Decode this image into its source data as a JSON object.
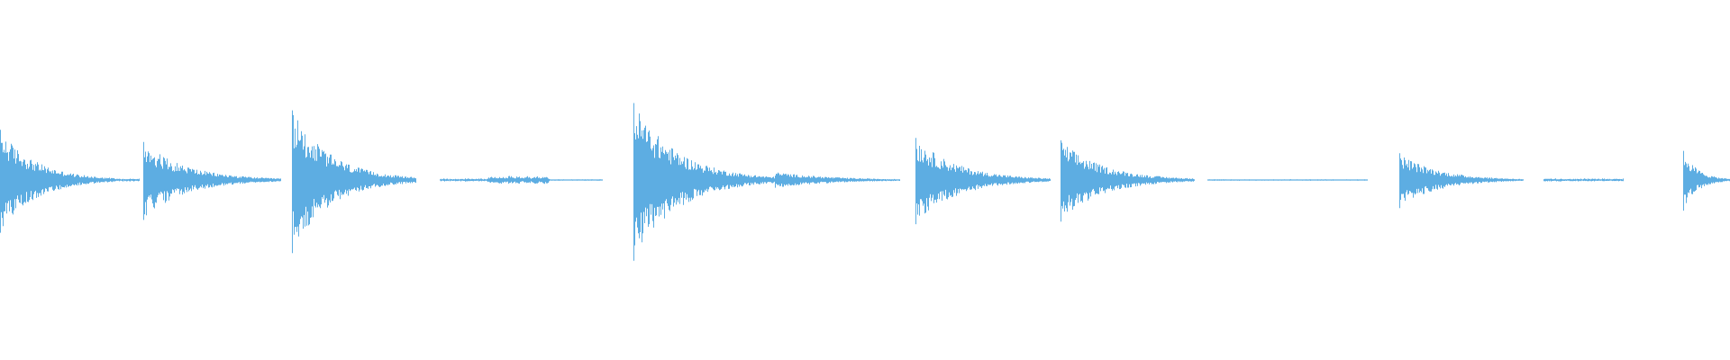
{
  "waveform": {
    "color": "#5dade2",
    "background": "#ffffff",
    "description_free": true,
    "duration_fraction_total": 1.0,
    "events": [
      {
        "start": 0.0,
        "end": 0.066,
        "peak": 0.62,
        "decay": "long",
        "kind": "hit"
      },
      {
        "start": 0.066,
        "end": 0.08,
        "peak": 0.02,
        "decay": "flat",
        "kind": "tail"
      },
      {
        "start": 0.083,
        "end": 0.162,
        "peak": 0.47,
        "decay": "long",
        "kind": "hit"
      },
      {
        "start": 0.169,
        "end": 0.24,
        "peak": 0.86,
        "decay": "long",
        "kind": "hit"
      },
      {
        "start": 0.254,
        "end": 0.282,
        "peak": 0.02,
        "decay": "flat",
        "kind": "tail"
      },
      {
        "start": 0.282,
        "end": 0.317,
        "peak": 0.05,
        "decay": "ripple",
        "kind": "ghost"
      },
      {
        "start": 0.317,
        "end": 0.348,
        "peak": 0.01,
        "decay": "flat",
        "kind": "tail"
      },
      {
        "start": 0.366,
        "end": 0.448,
        "peak": 0.95,
        "decay": "long",
        "kind": "hit"
      },
      {
        "start": 0.448,
        "end": 0.52,
        "peak": 0.1,
        "decay": "medium",
        "kind": "ghost"
      },
      {
        "start": 0.529,
        "end": 0.607,
        "peak": 0.52,
        "decay": "long",
        "kind": "hit"
      },
      {
        "start": 0.613,
        "end": 0.69,
        "peak": 0.49,
        "decay": "long",
        "kind": "hit"
      },
      {
        "start": 0.698,
        "end": 0.79,
        "peak": 0.01,
        "decay": "flat",
        "kind": "tail"
      },
      {
        "start": 0.809,
        "end": 0.88,
        "peak": 0.33,
        "decay": "long",
        "kind": "hit"
      },
      {
        "start": 0.892,
        "end": 0.938,
        "peak": 0.02,
        "decay": "flat",
        "kind": "tail"
      },
      {
        "start": 0.973,
        "end": 1.0,
        "peak": 0.36,
        "decay": "long",
        "kind": "hit"
      }
    ]
  }
}
